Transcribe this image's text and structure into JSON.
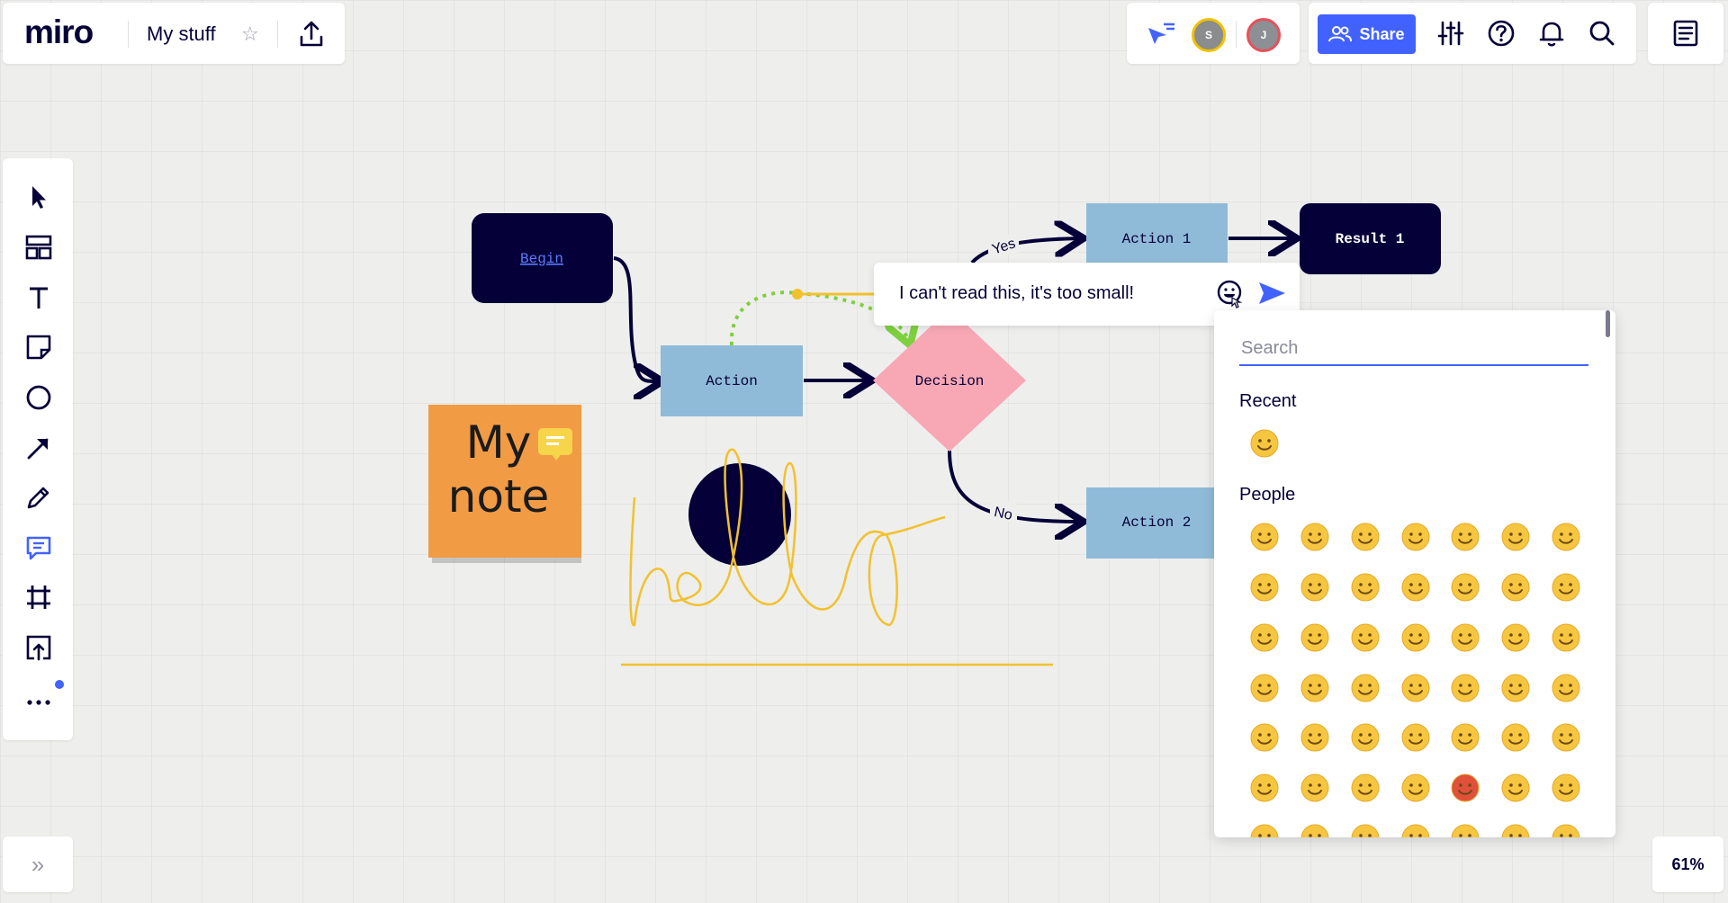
{
  "app": {
    "logo": "miro",
    "board_name": "My stuff"
  },
  "collaborators": {
    "avatar_s": "S",
    "avatar_j": "J"
  },
  "toolbar": {
    "share_label": "Share",
    "icons": [
      "settings-sliders-icon",
      "help-icon",
      "bell-icon",
      "search-icon"
    ]
  },
  "left_tools": [
    "select-tool",
    "templates-tool",
    "text-tool",
    "sticky-note-tool",
    "shape-tool",
    "arrow-tool",
    "pen-tool",
    "comment-tool",
    "frame-tool",
    "upload-tool",
    "more-tools"
  ],
  "board": {
    "begin": "Begin",
    "action": "Action",
    "decision": "Decision",
    "action1": "Action 1",
    "action2": "Action 2",
    "result1": "Result 1",
    "yes_label": "Yes",
    "no_label": "No",
    "sticky_note": "My note"
  },
  "comment": {
    "text": "I can't read this, it's too small!"
  },
  "emoji_picker": {
    "search_placeholder": "Search",
    "recent_title": "Recent",
    "people_title": "People"
  },
  "zoom": "61%",
  "colors": {
    "accent": "#4262ff",
    "dark_node": "#050038",
    "blue_node": "#8fbbd8",
    "pink_node": "#f7a8b4",
    "sticky": "#f29b45",
    "pen": "#f2c12e"
  }
}
